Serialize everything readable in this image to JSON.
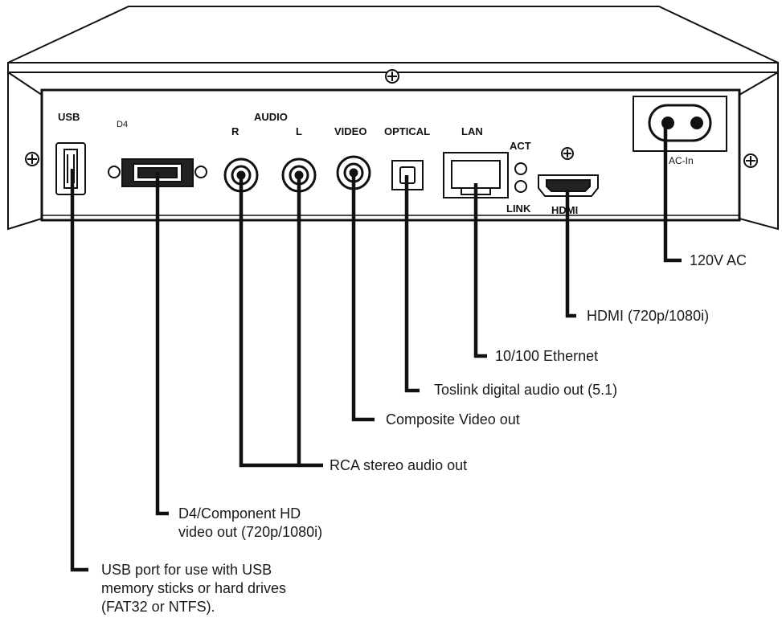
{
  "panel_labels": {
    "usb": "USB",
    "d4": "D4",
    "audio": "AUDIO",
    "r": "R",
    "l": "L",
    "video": "VIDEO",
    "optical": "OPTICAL",
    "lan": "LAN",
    "act": "ACT",
    "link": "LINK",
    "hdmi": "HDMI",
    "ac_in": "AC-In"
  },
  "callouts": {
    "ac": [
      "120V AC"
    ],
    "hdmi": [
      "HDMI (720p/1080i)"
    ],
    "ethernet": [
      "10/100 Ethernet"
    ],
    "toslink": [
      "Toslink digital audio out (5.1)"
    ],
    "composite": [
      "Composite Video out"
    ],
    "rca": [
      "RCA stereo audio out"
    ],
    "d4": [
      "D4/Component HD",
      "video out (720p/1080i)"
    ],
    "usb": [
      "USB port for use with USB",
      "memory sticks or hard drives",
      "(FAT32 or NTFS)."
    ]
  },
  "colors": {
    "line": "#111111",
    "panel_fill": "#ffffff"
  }
}
